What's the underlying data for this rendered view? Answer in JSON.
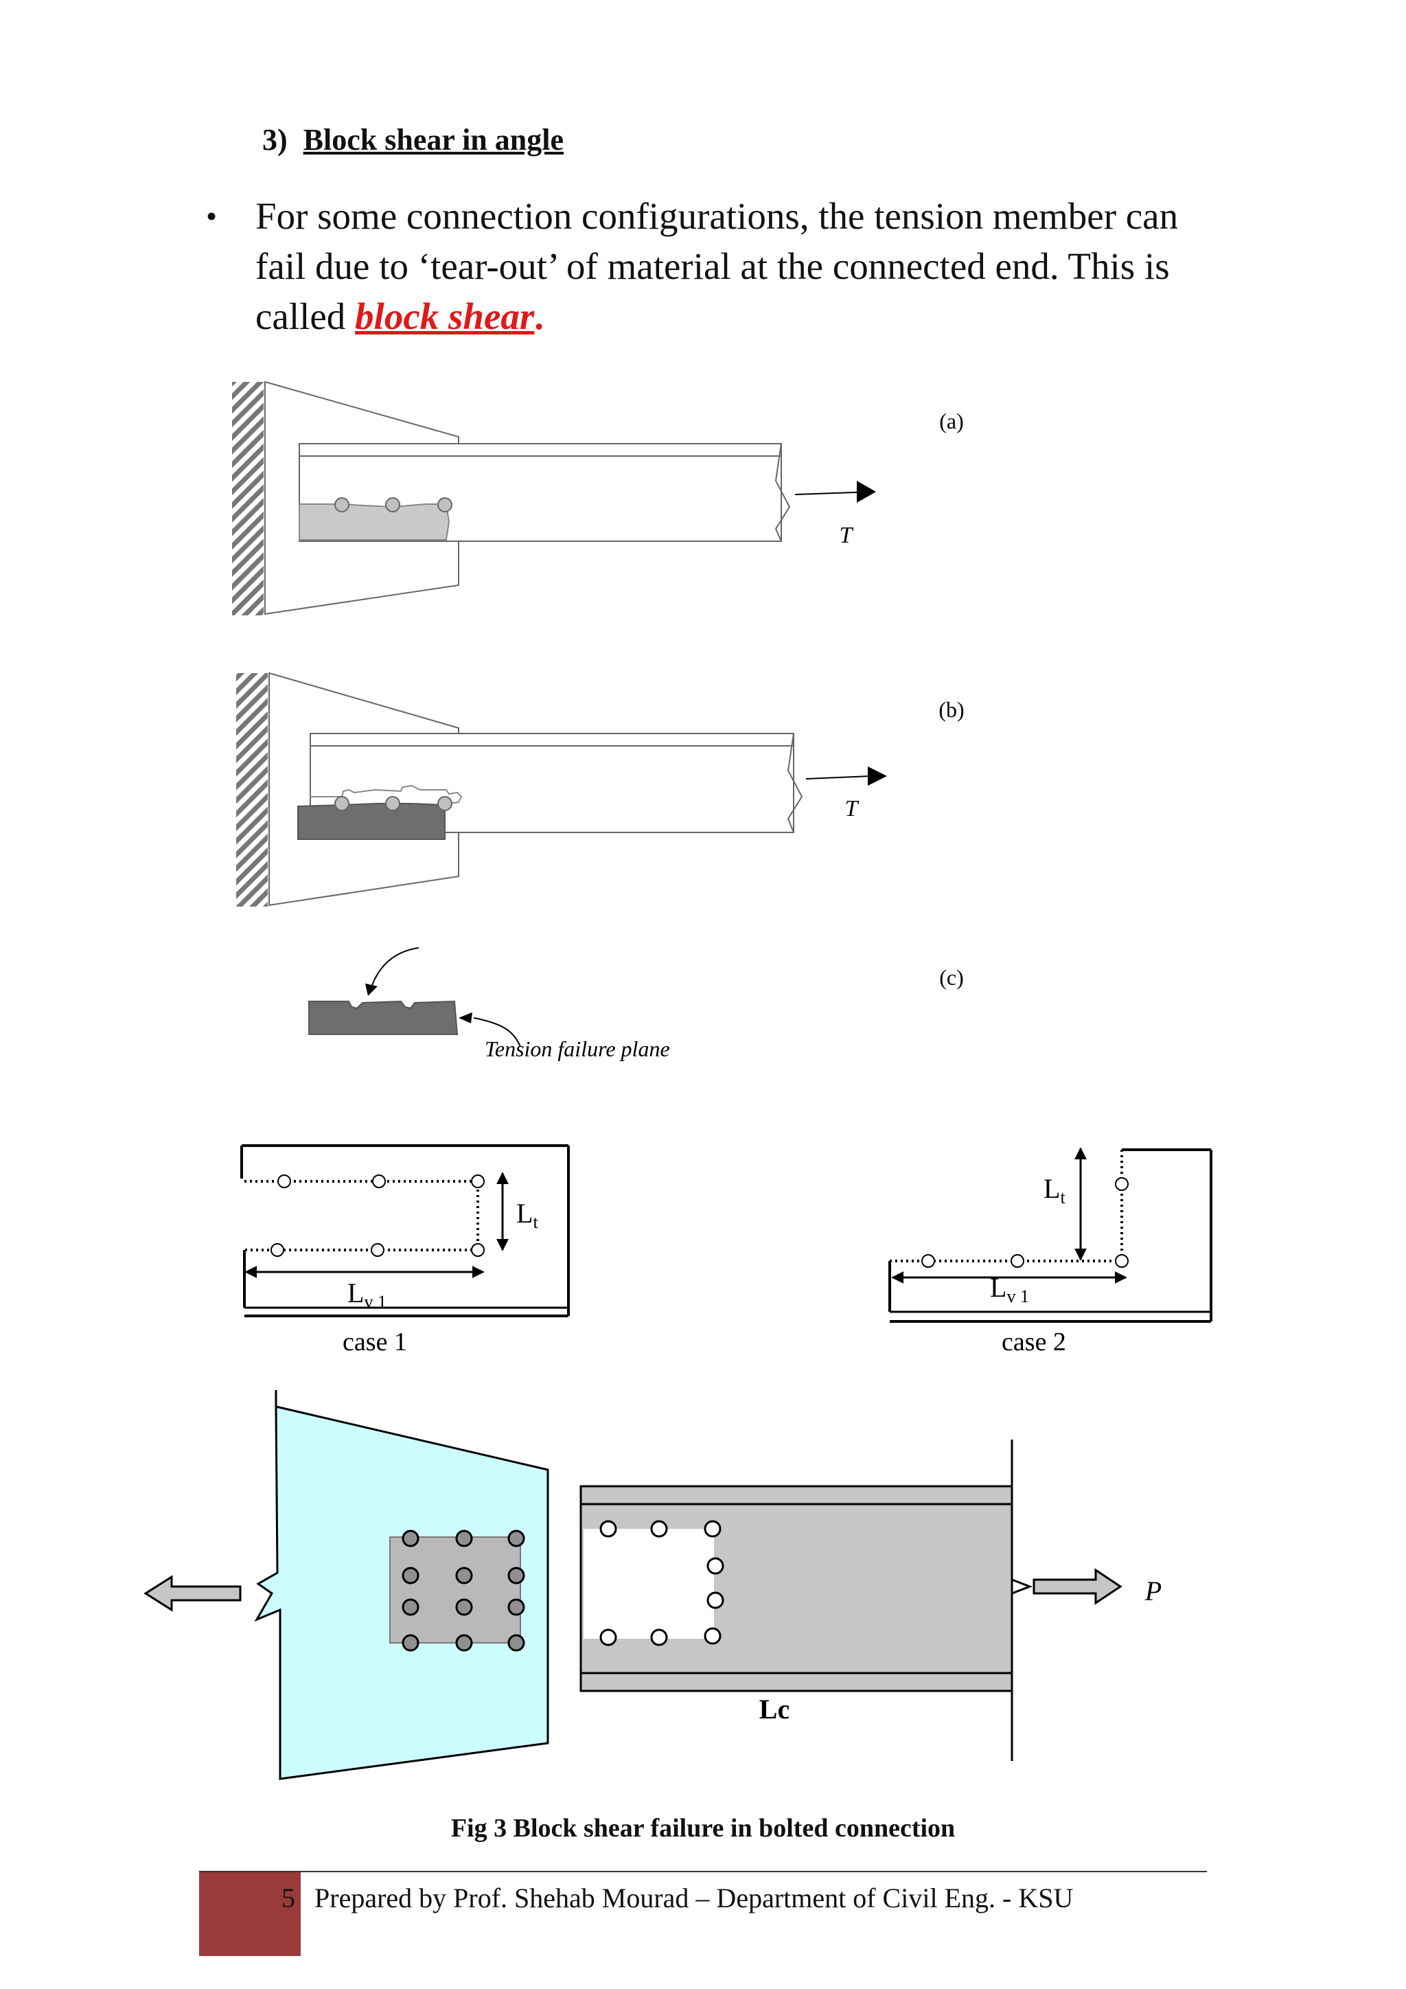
{
  "heading": {
    "number": "3)",
    "title": "Block shear in angle"
  },
  "paragraph": {
    "bullet": "•",
    "text_before": "For some connection configurations, the tension member can fail due to ‘tear-out’ of material at the connected end. This is called ",
    "highlight": "block shear",
    "text_after": "."
  },
  "figure_labels": {
    "a": "(a)",
    "b": "(b)",
    "c": "(c)",
    "T": "T",
    "tension_plane": "Tension failure plane",
    "Lt": "L",
    "Lt_sub": "t",
    "Lv": "L",
    "Lv_sub": "v 1",
    "case1": "case 1",
    "case2": "case 2",
    "P": "P",
    "Lc": "Lc"
  },
  "caption": "Fig 3  Block shear failure in bolted connection",
  "footer": {
    "page": "5",
    "text": "Prepared by Prof. Shehab Mourad – Department of Civil Eng. - KSU"
  },
  "colors": {
    "highlight": "#e01919",
    "gusset_plate": "#ccfcfd",
    "member_gray": "#c6c5c8",
    "footer_box": "#9a3a3a"
  }
}
